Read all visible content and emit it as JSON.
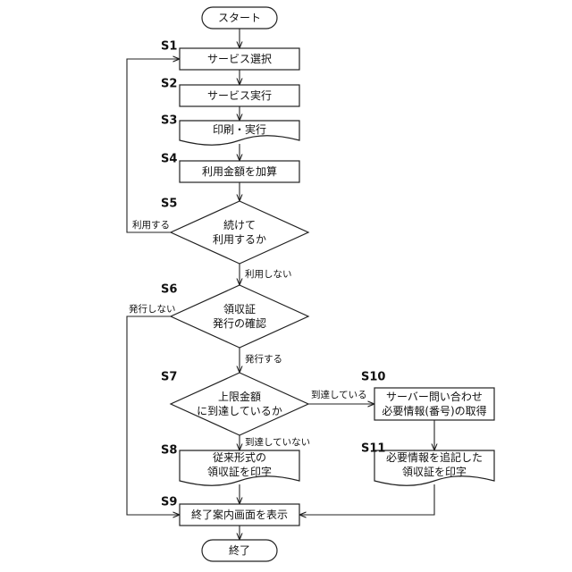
{
  "nodes": {
    "start": {
      "lines": [
        "スタート"
      ]
    },
    "s1": {
      "step": "S1",
      "lines": [
        "サービス選択"
      ]
    },
    "s2": {
      "step": "S2",
      "lines": [
        "サービス実行"
      ]
    },
    "s3": {
      "step": "S3",
      "lines": [
        "印刷・実行"
      ]
    },
    "s4": {
      "step": "S4",
      "lines": [
        "利用金額を加算"
      ]
    },
    "s5": {
      "step": "S5",
      "lines": [
        "続けて",
        "利用するか"
      ]
    },
    "s6": {
      "step": "S6",
      "lines": [
        "領収証",
        "発行の確認"
      ]
    },
    "s7": {
      "step": "S7",
      "lines": [
        "上限金額",
        "に到達しているか"
      ]
    },
    "s8": {
      "step": "S8",
      "lines": [
        "従来形式の",
        "領収証を印字"
      ]
    },
    "s9": {
      "step": "S9",
      "lines": [
        "終了案内画面を表示"
      ]
    },
    "s10": {
      "step": "S10",
      "lines": [
        "サーバー問い合わせ",
        "必要情報(番号)の取得"
      ]
    },
    "s11": {
      "step": "S11",
      "lines": [
        "必要情報を追記した",
        "領収証を印字"
      ]
    },
    "end": {
      "lines": [
        "終了"
      ]
    }
  },
  "edges": {
    "s5_yes": "利用する",
    "s5_no": "利用しない",
    "s6_no": "発行しない",
    "s6_yes": "発行する",
    "s7_yes": "到達している",
    "s7_no": "到達していない"
  },
  "colors": {
    "stroke": "#222222",
    "fill": "#ffffff",
    "text": "#111111"
  }
}
